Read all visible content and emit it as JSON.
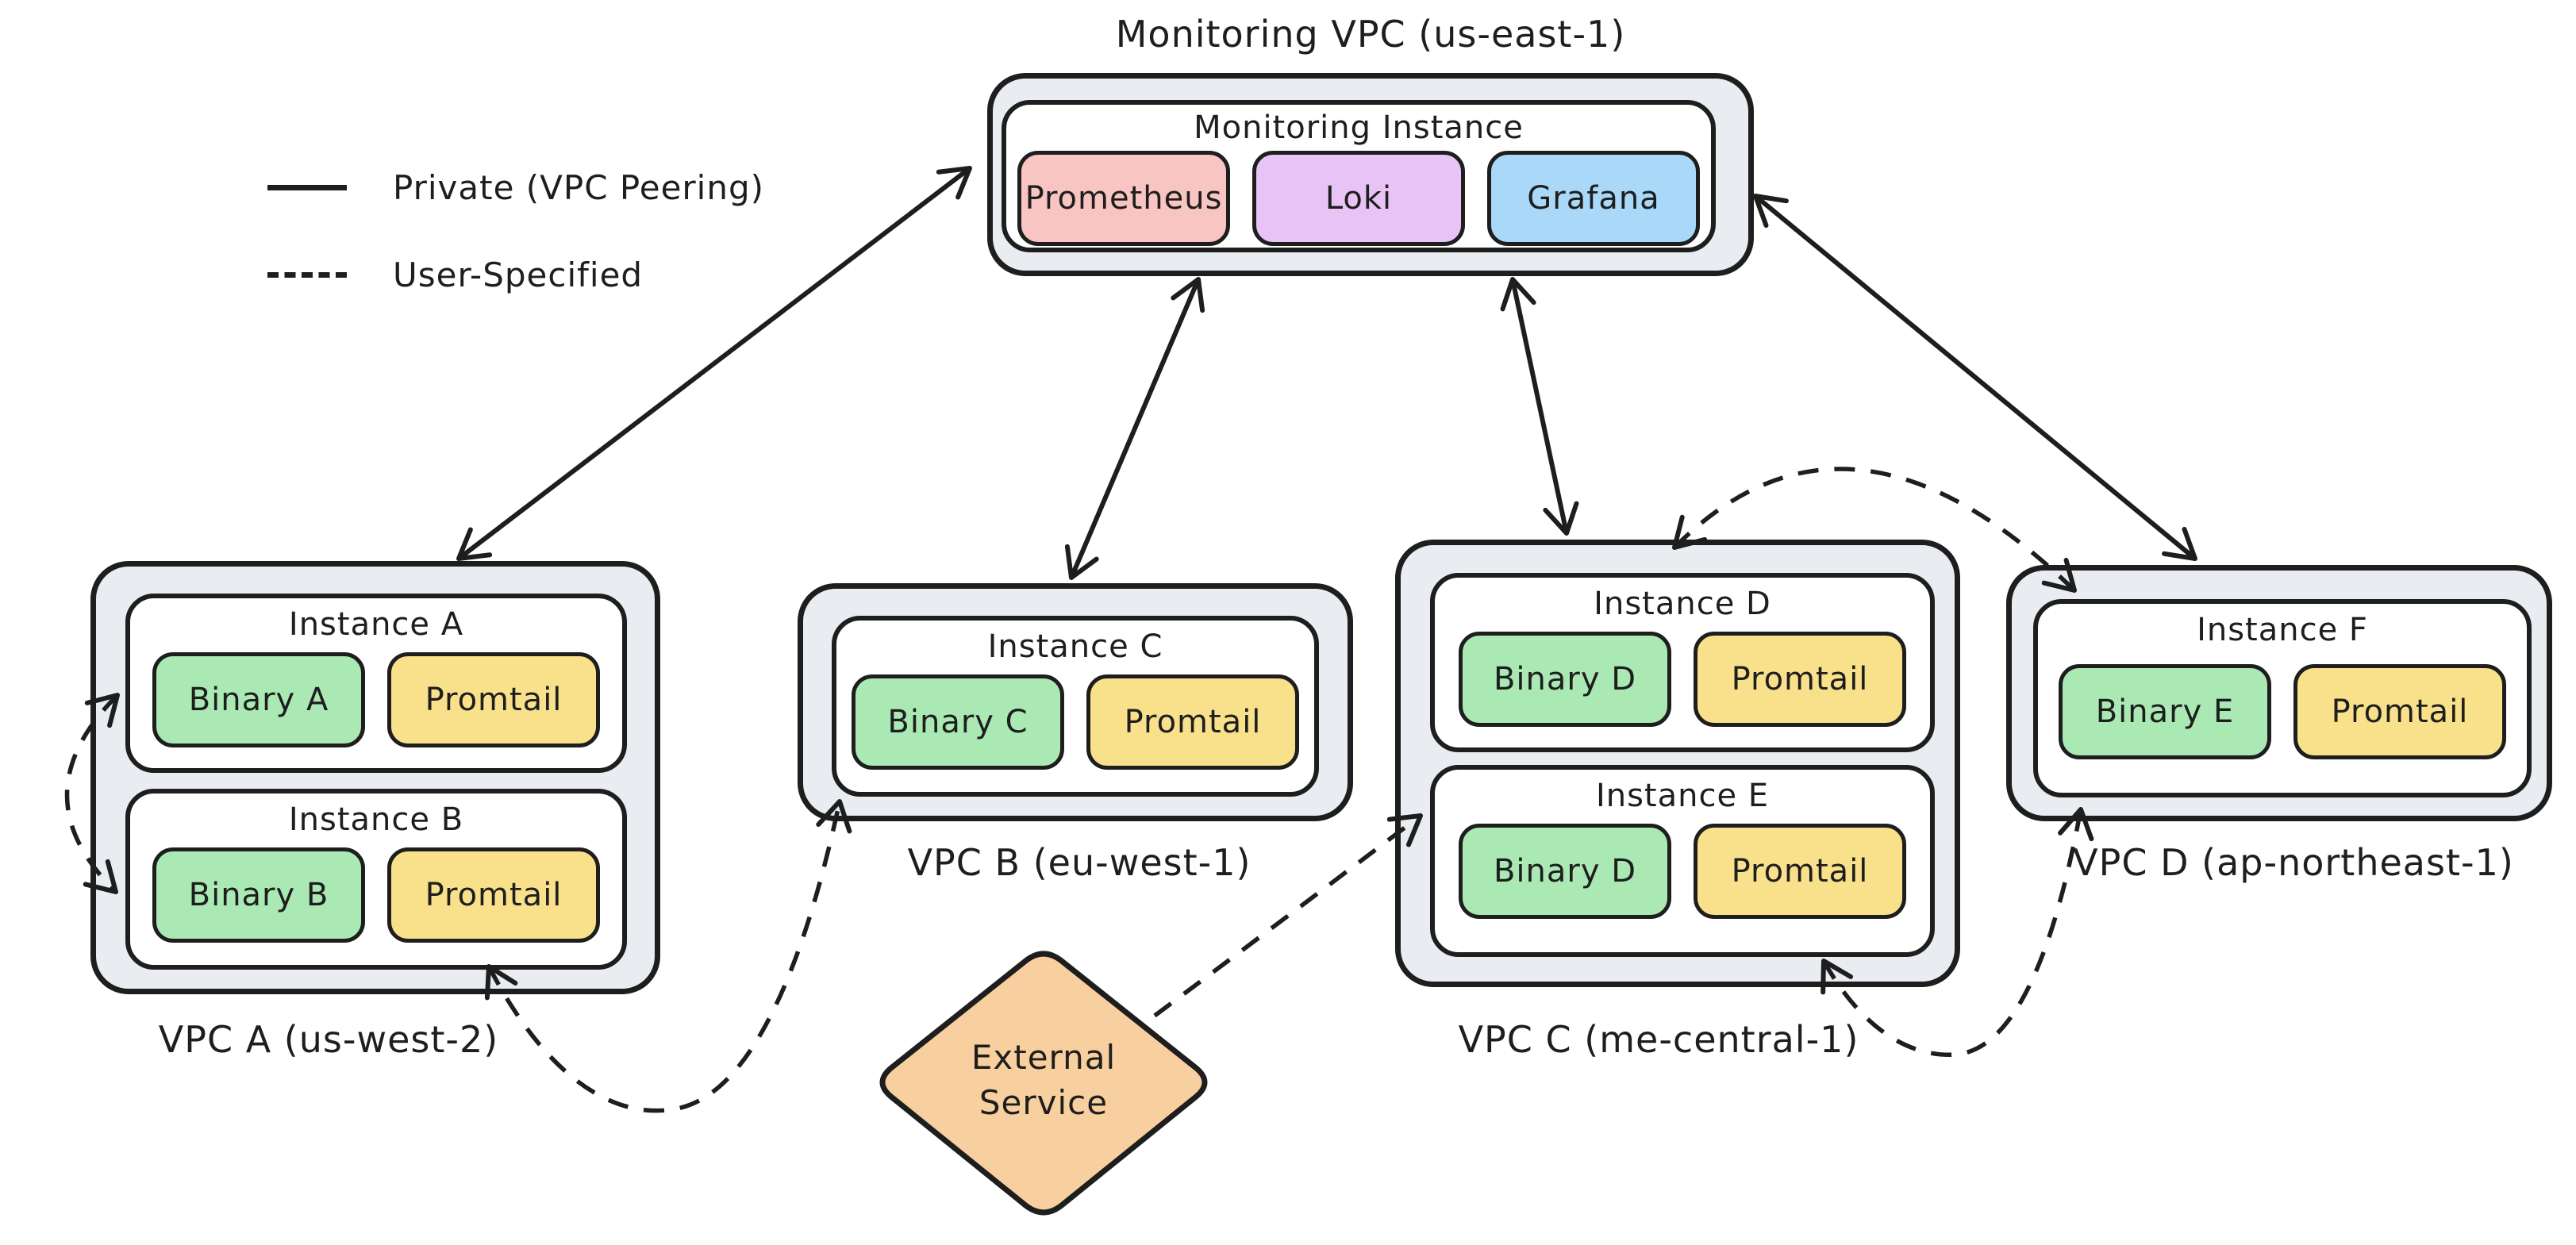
{
  "legend": {
    "items": [
      {
        "style": "solid",
        "label": "Private (VPC Peering)"
      },
      {
        "style": "dashed",
        "label": "User-Specified"
      }
    ]
  },
  "monitoring": {
    "vpc_label": "Monitoring VPC (us-east-1)",
    "instance_label": "Monitoring Instance",
    "services": [
      {
        "name": "Prometheus",
        "color": "#f9c5c2"
      },
      {
        "name": "Loki",
        "color": "#e8c4f6"
      },
      {
        "name": "Grafana",
        "color": "#a9d8f8"
      }
    ]
  },
  "vpcs": [
    {
      "label": "VPC A (us-west-2)",
      "instances": [
        {
          "title": "Instance A",
          "components": [
            {
              "name": "Binary A",
              "type": "binary"
            },
            {
              "name": "Promtail",
              "type": "agent"
            }
          ]
        },
        {
          "title": "Instance B",
          "components": [
            {
              "name": "Binary B",
              "type": "binary"
            },
            {
              "name": "Promtail",
              "type": "agent"
            }
          ]
        }
      ]
    },
    {
      "label": "VPC B (eu-west-1)",
      "instances": [
        {
          "title": "Instance C",
          "components": [
            {
              "name": "Binary C",
              "type": "binary"
            },
            {
              "name": "Promtail",
              "type": "agent"
            }
          ]
        }
      ]
    },
    {
      "label": "VPC C (me-central-1)",
      "instances": [
        {
          "title": "Instance D",
          "components": [
            {
              "name": "Binary D",
              "type": "binary"
            },
            {
              "name": "Promtail",
              "type": "agent"
            }
          ]
        },
        {
          "title": "Instance E",
          "components": [
            {
              "name": "Binary D",
              "type": "binary"
            },
            {
              "name": "Promtail",
              "type": "agent"
            }
          ]
        }
      ]
    },
    {
      "label": "VPC D (ap-northeast-1)",
      "instances": [
        {
          "title": "Instance F",
          "components": [
            {
              "name": "Binary E",
              "type": "binary"
            },
            {
              "name": "Promtail",
              "type": "agent"
            }
          ]
        }
      ]
    }
  ],
  "external_service": {
    "line1": "External",
    "line2": "Service"
  },
  "colors": {
    "ink": "#1e1e1e",
    "vpc_fill": "#e9edf1",
    "instance_fill": "#ffffff",
    "binary_green": "#abe9b4",
    "promtail_yellow": "#f8e18a",
    "prometheus_pink": "#f9c5c2",
    "loki_purple": "#e8c4f6",
    "grafana_blue": "#a9d8f8",
    "external_orange": "#f8cf9e"
  },
  "connections": [
    {
      "from": "Monitoring Instance",
      "to": "VPC A",
      "type": "private",
      "bidirectional": true
    },
    {
      "from": "Monitoring Instance",
      "to": "VPC B",
      "type": "private",
      "bidirectional": true
    },
    {
      "from": "Monitoring Instance",
      "to": "VPC C",
      "type": "private",
      "bidirectional": true
    },
    {
      "from": "Monitoring Instance",
      "to": "VPC D",
      "type": "private",
      "bidirectional": true
    },
    {
      "from": "Instance A",
      "to": "Instance B",
      "type": "user-specified",
      "bidirectional": true
    },
    {
      "from": "Instance B",
      "to": "Instance C",
      "type": "user-specified",
      "bidirectional": true
    },
    {
      "from": "External Service",
      "to": "Instance E",
      "type": "user-specified",
      "bidirectional": false
    },
    {
      "from": "Instance D",
      "to": "Instance F",
      "type": "user-specified",
      "bidirectional": true
    },
    {
      "from": "Instance E",
      "to": "Instance F",
      "type": "user-specified",
      "bidirectional": true
    }
  ]
}
